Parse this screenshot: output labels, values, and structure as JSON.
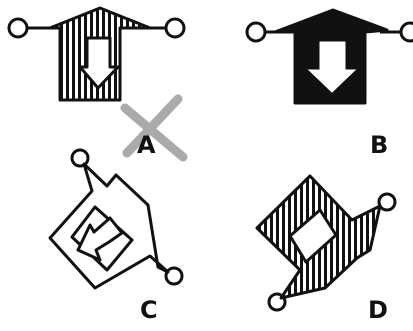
{
  "options": [
    {
      "id": "A",
      "label": "A",
      "status": "crossed-out",
      "fill": "vertical-stripes"
    },
    {
      "id": "B",
      "label": "B",
      "status": "normal",
      "fill": "solid-black"
    },
    {
      "id": "C",
      "label": "C",
      "status": "normal",
      "fill": "outline"
    },
    {
      "id": "D",
      "label": "D",
      "status": "normal",
      "fill": "vertical-stripes"
    }
  ],
  "colors": {
    "ink": "#111111",
    "cross_mark": "#9a9a9a",
    "background": "#ffffff"
  }
}
